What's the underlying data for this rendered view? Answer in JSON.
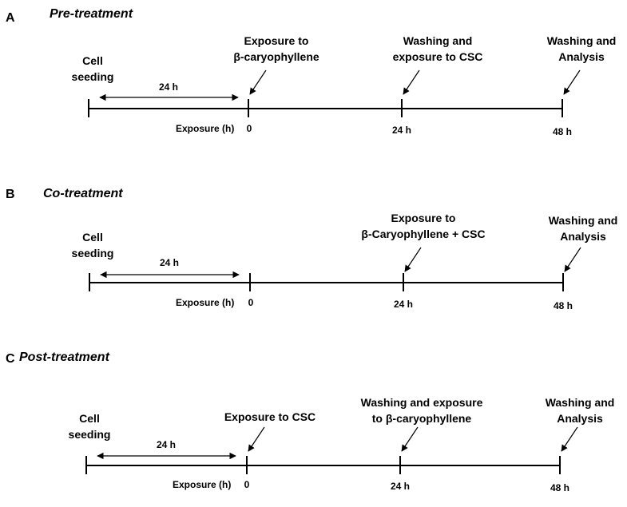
{
  "panels": [
    {
      "letter": "A",
      "title": "Pre-treatment",
      "cell_line1": "Cell",
      "cell_line2": "seeding",
      "duration": "24 h",
      "exposure_axis": "Exposure (h)",
      "ticks": [
        "0",
        "24 h",
        "48 h"
      ],
      "events": [
        {
          "line1": "Exposure to",
          "line2": "β-caryophyllene"
        },
        {
          "line1": "Washing and",
          "line2": "exposure to CSC"
        },
        {
          "line1": "Washing and",
          "line2": "Analysis"
        }
      ]
    },
    {
      "letter": "B",
      "title": "Co-treatment",
      "cell_line1": "Cell",
      "cell_line2": "seeding",
      "duration": "24 h",
      "exposure_axis": "Exposure (h)",
      "ticks": [
        "0",
        "24 h",
        "48 h"
      ],
      "events": [
        {
          "line1": "Exposure to",
          "line2": "β-Caryophyllene + CSC"
        },
        {
          "line1": "Washing and",
          "line2": "Analysis"
        }
      ]
    },
    {
      "letter": "C",
      "title": "Post-treatment",
      "cell_line1": "Cell",
      "cell_line2": "seeding",
      "duration": "24 h",
      "exposure_axis": "Exposure (h)",
      "ticks": [
        "0",
        "24 h",
        "48 h"
      ],
      "events": [
        {
          "line1": "Exposure to CSC",
          "line2": ""
        },
        {
          "line1": "Washing and exposure",
          "line2": "to β-caryophyllene"
        },
        {
          "line1": "Washing and",
          "line2": "Analysis"
        }
      ]
    }
  ]
}
